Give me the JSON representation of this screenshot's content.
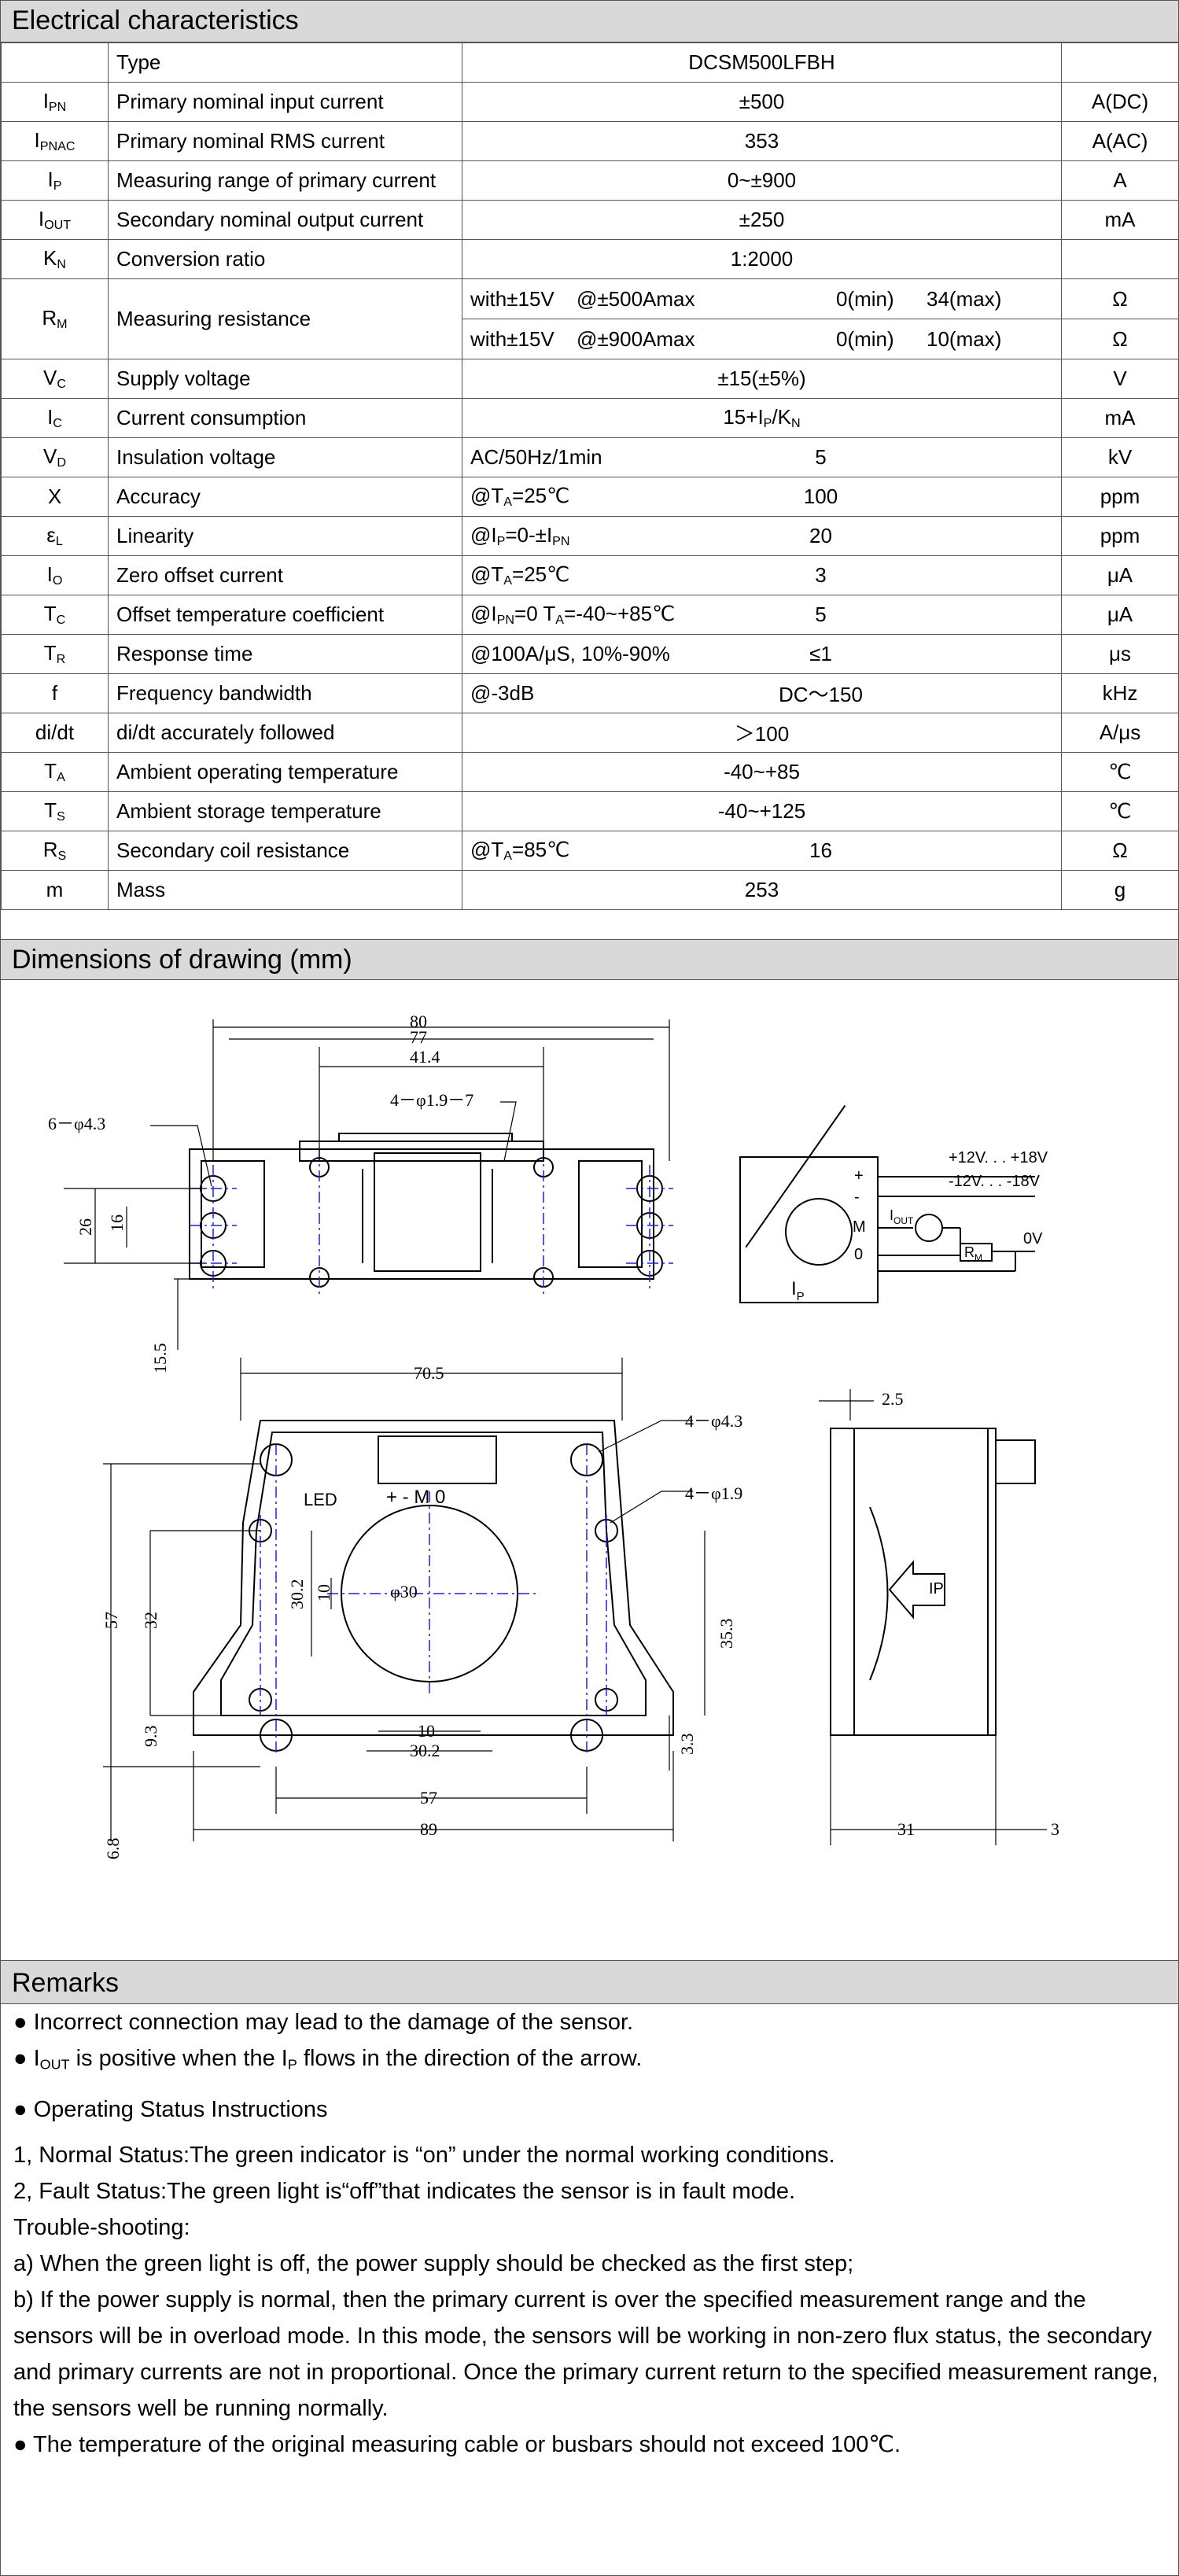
{
  "electrical": {
    "header": "Electrical characteristics",
    "type_row": {
      "param": "Type",
      "value": "DCSM500LFBH"
    },
    "rows": [
      {
        "sym": "I",
        "sub": "PN",
        "param": "Primary nominal input current",
        "value": "±500",
        "unit": "A(DC)"
      },
      {
        "sym": "I",
        "sub": "PNAC",
        "param": "Primary nominal RMS current",
        "value": "353",
        "unit": "A(AC)"
      },
      {
        "sym": "I",
        "sub": "P",
        "param": "Measuring range of primary current",
        "value": "0~±900",
        "unit": "A"
      },
      {
        "sym": "I",
        "sub": "OUT",
        "param": "Secondary nominal output current",
        "value": "±250",
        "unit": "mA"
      },
      {
        "sym": "K",
        "sub": "N",
        "param": "Conversion ratio",
        "value": "1:2000",
        "unit": ""
      }
    ],
    "rm": {
      "sym": "R",
      "sub": "M",
      "param": "Measuring resistance",
      "lines": [
        {
          "supply": "with±15V",
          "at": "@±500Amax",
          "min": "0(min)",
          "max": "34(max)",
          "unit": "Ω"
        },
        {
          "supply": "with±15V",
          "at": "@±900Amax",
          "min": "0(min)",
          "max": "10(max)",
          "unit": "Ω"
        }
      ]
    },
    "rows2": [
      {
        "sym": "V",
        "sub": "C",
        "param": "Supply voltage",
        "cond": "",
        "value": "±15(±5%)",
        "unit": "V"
      },
      {
        "sym": "I",
        "sub": "C",
        "param": "Current consumption",
        "cond": "",
        "value": "",
        "unit": "mA"
      },
      {
        "sym": "V",
        "sub": "D",
        "param": "Insulation voltage",
        "cond": "AC/50Hz/1min",
        "value": "5",
        "unit": "kV"
      },
      {
        "sym": "X",
        "sub": "",
        "param": "Accuracy",
        "cond": "",
        "value": "100",
        "unit": "ppm"
      },
      {
        "sym": "ε",
        "sub": "L",
        "param": "Linearity",
        "cond": "",
        "value": "20",
        "unit": "ppm"
      },
      {
        "sym": "I",
        "sub": "O",
        "param": "Zero offset current",
        "cond": "",
        "value": "3",
        "unit": "μA"
      },
      {
        "sym": "T",
        "sub": "C",
        "param": "Offset temperature coefficient",
        "cond": "",
        "value": "5",
        "unit": "μA"
      },
      {
        "sym": "T",
        "sub": "R",
        "param": "Response time",
        "cond": "@100A/μS,    10%-90%",
        "value": "≤1",
        "unit": "μs"
      },
      {
        "sym": "f",
        "sub": "",
        "param": "Frequency bandwidth",
        "cond": "@-3dB",
        "value": "DC～150",
        "unit": "kHz"
      },
      {
        "sym": "di/dt",
        "sub": "",
        "param": "di/dt accurately followed",
        "cond": "",
        "value": "＞100",
        "unit": "A/μs"
      },
      {
        "sym": "T",
        "sub": "A",
        "param": "Ambient operating temperature",
        "cond": "",
        "value": "-40~+85",
        "unit": "℃"
      },
      {
        "sym": "T",
        "sub": "S",
        "param": "Ambient storage temperature",
        "cond": "",
        "value": "-40~+125",
        "unit": "℃"
      },
      {
        "sym": "R",
        "sub": "S",
        "param": "Secondary coil resistance",
        "cond": "",
        "value": "16",
        "unit": "Ω"
      },
      {
        "sym": "m",
        "sub": "",
        "param": "Mass",
        "cond": "",
        "value": "253",
        "unit": "g"
      }
    ],
    "ic_value": {
      "a": "15+I",
      "sub1": "P",
      "b": "/K",
      "sub2": "N"
    },
    "accuracy_cond": {
      "a": "@T",
      "sub": "A",
      "b": "=25℃"
    },
    "linearity_cond": {
      "a": "@I",
      "sub1": "P",
      "b": "=0-±I",
      "sub2": "PN"
    },
    "zero_cond": {
      "a": "@T",
      "sub": "A",
      "b": "=25℃"
    },
    "tc_cond": {
      "a": "@I",
      "sub1": "PN",
      "b": "=0 T",
      "sub2": "A",
      "c": "=-40~+85℃"
    },
    "rs_cond": {
      "a": "@T",
      "sub": "A",
      "b": "=85℃"
    }
  },
  "drawing": {
    "header": "Dimensions of drawing (mm)",
    "top_dims": {
      "d80": "80",
      "d77": "77",
      "d414": "41.4",
      "slot": "4－φ1.9－7",
      "holes": "6－φ4.3",
      "d26": "26",
      "d16": "16",
      "d155": "15.5"
    },
    "front_dims": {
      "d705": "70.5",
      "h43": "4－φ4.3",
      "h19": "4－φ1.9",
      "d57v": "57",
      "d32": "32",
      "d302v": "30.2",
      "d10v": "10",
      "d93": "9.3",
      "d68": "6.8",
      "d30": "φ30",
      "d353": "35.3",
      "d33": "3.3",
      "d10h": "10",
      "d302h": "30.2",
      "d57h": "57",
      "d89": "89",
      "led": "LED",
      "pins": "+  -  M  0"
    },
    "side_dims": {
      "d25": "2.5",
      "d31": "31",
      "d3": "3",
      "ip": "IP"
    },
    "wiring": {
      "p18": "+12V. . . +18V",
      "n18": "-12V. . . -18V",
      "ov": "0V",
      "plus": "+",
      "minus": "-",
      "m": "M",
      "zero": "0",
      "iout_i": "I",
      "iout_sub": "OUT",
      "rm_r": "R",
      "rm_sub": "M",
      "ip_i": "I",
      "ip_sub": "P"
    }
  },
  "remarks": {
    "header": "Remarks",
    "line1": "● Incorrect connection may lead to the damage of the sensor.",
    "line2a": "● I",
    "line2sub1": "OUT",
    "line2b": " is positive when the I",
    "line2sub2": "P",
    "line2c": " flows in the direction of the arrow.",
    "line3": "● Operating Status Instructions",
    "line4": "1, Normal Status:The green indicator is “on” under the normal working conditions.",
    "line5": "2, Fault Status:The green light is“off”that indicates the sensor is in fault mode.",
    "line6": "Trouble-shooting:",
    "line7": "a) When the green light is off, the power supply should be checked as the first step;",
    "line8": "b) If the power supply is normal, then the primary current is over the specified measurement range and the sensors will be in overload mode. In this mode, the sensors will be working in non-zero flux status, the secondary and primary currents are not in proportional. Once the primary current return to the specified measurement range, the sensors well be running normally.",
    "line9": "● The temperature of the original measuring cable or busbars should not exceed 100℃."
  }
}
